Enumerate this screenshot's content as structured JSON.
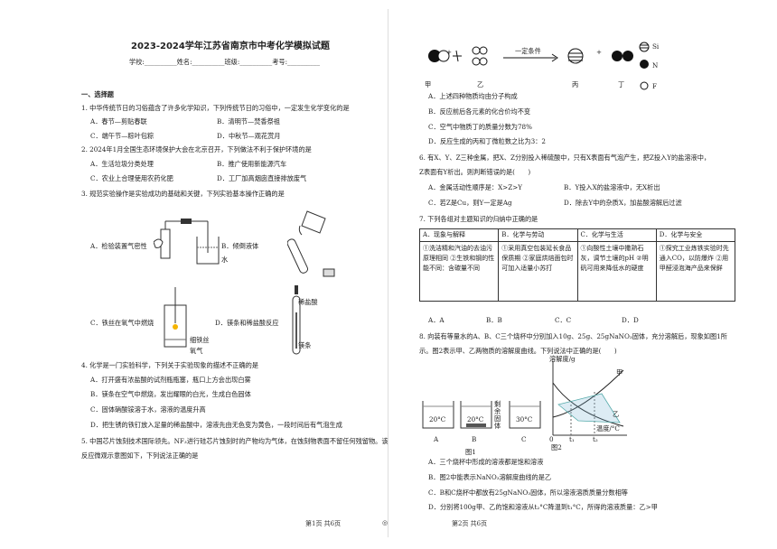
{
  "left": {
    "title": "2023-2024学年江苏省南京市中考化学模拟试题",
    "info_line": "学校:__________姓名:__________班级:__________考号:__________",
    "section": "一、选择题",
    "q1": {
      "stem": "1. 中华传统节日的习俗蕴含了许多化学知识，下列传统节日的习俗中，一定发生化学变化的是",
      "A": "A．春节—剪贴春联",
      "B": "B．清明节—焚香祭祖",
      "C": "C．端午节—粽叶包粽",
      "D": "D．中秋节—观花赏月"
    },
    "q2": {
      "stem": "2. 2024年1月全国生态环境保护大会在北京召开，下列做法不利于保护环境的是",
      "A": "A．生活垃圾分类处理",
      "B": "B．推广使用新能源汽车",
      "C": "C．农业上合理使用农药化肥",
      "D": "D．工厂加高烟囱直接排放废气"
    },
    "q3": {
      "stem": "3. 规范实验操作是实验成功的基础和关键，下列实验基本操作正确的是",
      "A": "A．检验装置气密性",
      "B": "B．倾倒液体",
      "C": "C．铁丝在氧气中燃烧",
      "D": "D．镁条和稀盐酸反应",
      "label_water": "水",
      "label_iron_wire": "细铁丝",
      "label_oxygen": "氧气",
      "label_hcl": "稀盐酸",
      "label_mg": "镁条"
    },
    "q4": {
      "stem": "4. 化学是一门实验科学，下列关于实验现象的描述不正确的是",
      "A": "A．打开盛有浓盐酸的试剂瓶瓶塞，瓶口上方会出现白雾",
      "B": "B．镁条在空气中燃烧，发出耀眼的白光，生成白色固体",
      "C": "C．固体硝酸铵溶于水，溶液的温度升高",
      "D": "D．把生锈的铁钉放入足量的稀盐酸中，溶液先由无色变为黄色，一段时间后有气泡生成"
    },
    "q5": {
      "line1": "5. 中国芯片蚀刻技术国际领先。NF₃进行硅芯片蚀刻时的产物均为气体，在蚀刻物表面不留任何残留物。该",
      "line2": "反应微观示意图如下，下列说法正确的是"
    },
    "footer": "第1页 共6页"
  },
  "right": {
    "q5_labels": {
      "jia": "甲",
      "yi": "乙",
      "bing": "丙",
      "ding": "丁",
      "condition": "一定条件",
      "plus1": "+",
      "plus2": "+",
      "legend_si": "Si",
      "legend_n": "N",
      "legend_f": "F"
    },
    "q5_options": {
      "A": "A．上述四种物质均由分子构成",
      "B": "B．反应前后各元素的化合价均不变",
      "C": "C．空气中物质丁的质量分数为78%",
      "D": "D．反应生成的丙和丁微粒数之比为3：2"
    },
    "q6": {
      "line1": "6. 有X、Y、Z三种金属，把X、Z分别投入稀硫酸中，只有X表面有气泡产生，把Z投入Y的盐溶液中，",
      "line2": "Z表面有Y析出。则判断错误的是(　　)",
      "A": "A．金属活动性顺序是：X>Z>Y",
      "B": "B．Y投入X的盐溶液中，无X析出",
      "C": "C．若Z是Cu，则Y一定是Ag",
      "D": "D．除去Y中的杂质X，加盐酸溶解后过滤"
    },
    "q7": {
      "stem": "7. 下列各组对主题知识的归纳中正确的是",
      "headers": [
        "A．现象与解释",
        "B．化学与劳动",
        "C．化学与生活",
        "D．化学与安全"
      ],
      "cells": [
        "①洗洁精和汽油的去油污原理相同 ②生铁和钢的性能不同：含碳量不同",
        "①采用真空包装延长食品保质期 ②家庭烘焙面包时可加入适量小苏打",
        "①向酸性土壤中撒熟石灰，调节土壤的pH ②明矾可用来降低水的硬度",
        "①探究工业炼铁实验时先通入CO，以防爆炸 ②用甲醛浸泡海产品来保鲜"
      ],
      "A": "A．A",
      "B": "B．B",
      "C": "C．C",
      "D": "D．D"
    },
    "q8": {
      "line1": "8. 向装有等量水的A、B、C三个烧杯中分别加入10g、25g、25gNaNO₃固体，充分溶解后，现象如图1所",
      "line2": "示。图2表示甲、乙两物质的溶解度曲线。下列说法中正确的是(　　)",
      "beaker_a": "20°C",
      "beaker_b": "20°C",
      "beaker_c": "30°C",
      "label_a": "A",
      "label_b": "B",
      "label_c": "C",
      "residue": "剩余固体",
      "fig1": "图1",
      "fig2": "图2",
      "y_axis": "溶解度/g",
      "x_axis": "温度/°C",
      "curve_jia": "甲",
      "curve_yi": "乙",
      "tick_0": "0",
      "tick_t1": "t₁",
      "tick_t2": "t₂",
      "A": "A．三个烧杯中形成的溶液都是饱和溶液",
      "B": "B．图2中能表示NaNO₃溶解度曲线的是乙",
      "C": "C．B和C烧杯中都放有25gNaNO₃固体，所以溶液溶质质量分数相等",
      "D": "D．分别将100g甲、乙的饱和溶液从t₂°C降温到t₁°C，所得的溶液质量：乙>甲"
    },
    "footer": "第2页 共6页"
  }
}
